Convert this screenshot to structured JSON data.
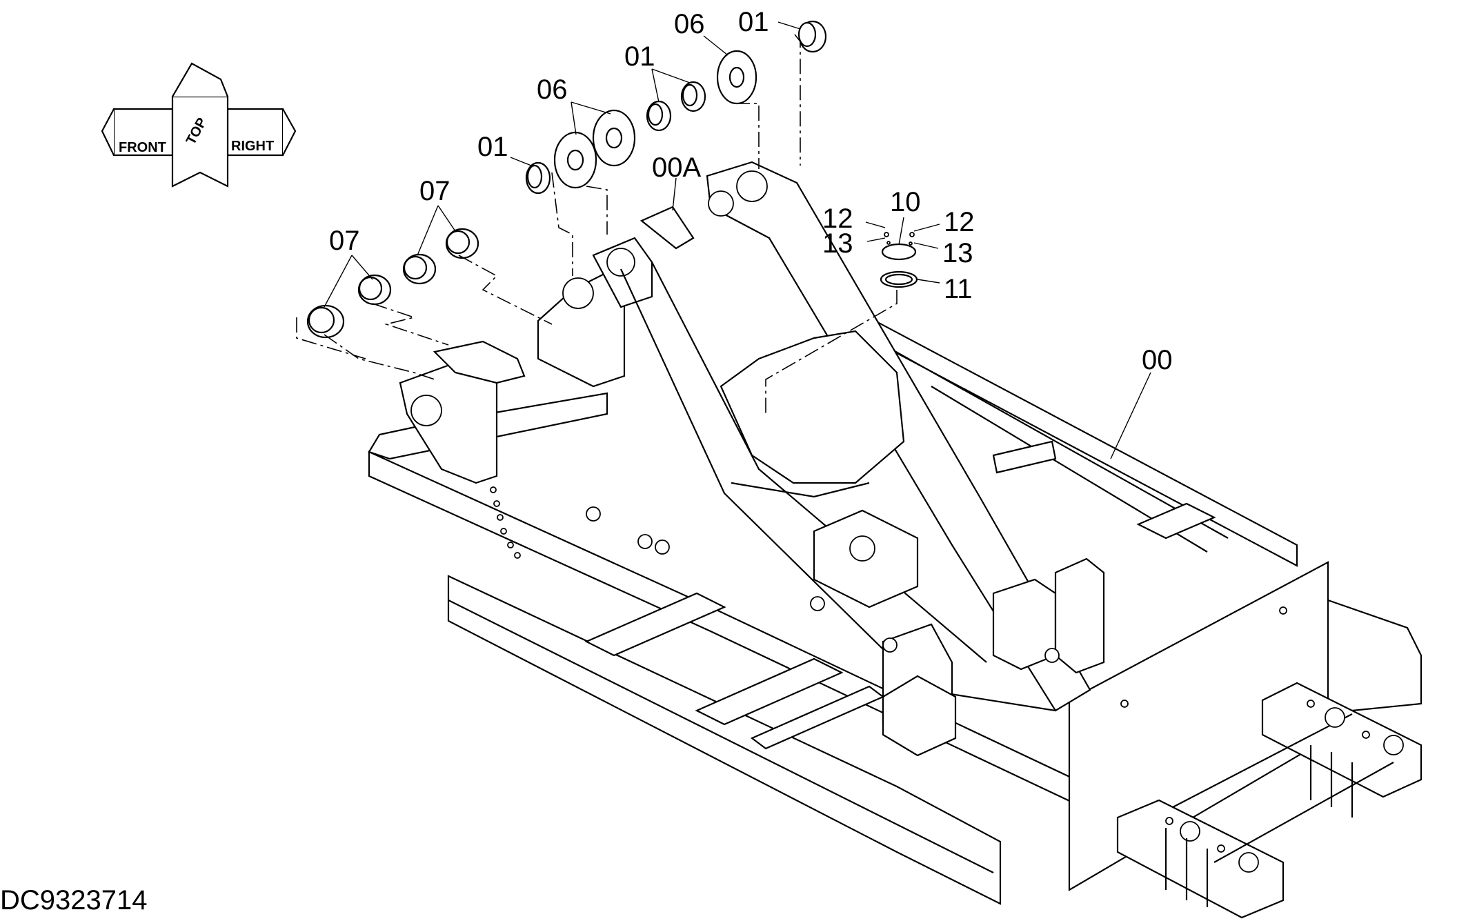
{
  "drawing_id": "DC9323714",
  "orientation_labels": {
    "front": "FRONT",
    "top": "TOP",
    "right": "RIGHT"
  },
  "callouts": {
    "c_01_top": "01",
    "c_06_top": "06",
    "c_01_mid": "01",
    "c_06_mid": "06",
    "c_01_left": "01",
    "c_00A": "00A",
    "c_07_upper": "07",
    "c_07_lower": "07",
    "c_12_left": "12",
    "c_10": "10",
    "c_12_right": "12",
    "c_13_left": "13",
    "c_13_right": "13",
    "c_11": "11",
    "c_00": "00"
  }
}
